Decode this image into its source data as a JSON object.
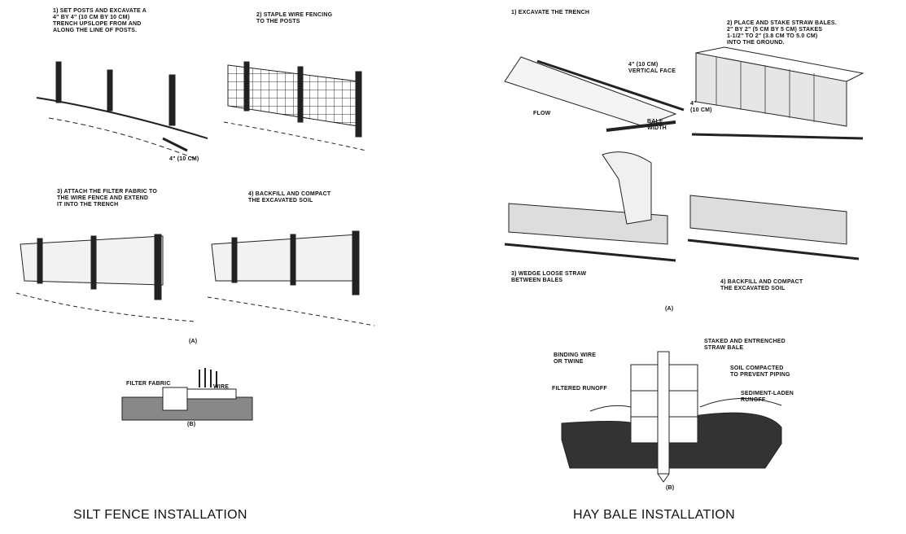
{
  "silt_fence": {
    "title": "SILT FENCE INSTALLATION",
    "step1": "1) SET POSTS AND EXCAVATE A\n4\" BY 4\" (10 CM BY 10 CM)\nTRENCH UPSLOPE FROM AND\nALONG THE LINE OF POSTS.",
    "step2": "2) STAPLE WIRE FENCING\nTO THE POSTS",
    "step3": "3) ATTACH THE FILTER FABRIC TO\nTHE WIRE FENCE AND EXTEND\nIT INTO THE TRENCH",
    "step4": "4) BACKFILL AND COMPACT\nTHE EXCAVATED SOIL",
    "trench_dim": "4\" (10 CM)",
    "label_a": "(A)",
    "filter_fabric": "FILTER FABRIC",
    "wire": "WIRE",
    "label_b": "(B)"
  },
  "hay_bale": {
    "title": "HAY BALE INSTALLATION",
    "step1": "1) EXCAVATE THE TRENCH",
    "vertical_face": "4\" (10 CM)\nVERTICAL FACE",
    "flow": "FLOW",
    "depth": "4\"\n(10 CM)",
    "bale_width": "BALE\nWIDTH",
    "step2": "2) PLACE AND STAKE STRAW BALES.\n2\" BY 2\" (5 CM BY 5 CM) STAKES\n1-1/2\" TO 2\" (3.8 CM TO 5.0 CM)\nINTO THE GROUND.",
    "step3": "3) WEDGE LOOSE STRAW\nBETWEEN BALES",
    "step4": "4) BACKFILL AND COMPACT\nTHE EXCAVATED SOIL",
    "label_a": "(A)",
    "staked_bale": "STAKED AND ENTRENCHED\nSTRAW BALE",
    "binding_wire": "BINDING WIRE\nOR TWINE",
    "soil_compacted": "SOIL COMPACTED\nTO PREVENT PIPING",
    "filtered_runoff": "FILTERED RUNOFF",
    "sediment_runoff": "SEDIMENT-LADEN\nRUNOFF",
    "label_b": "(B)"
  }
}
